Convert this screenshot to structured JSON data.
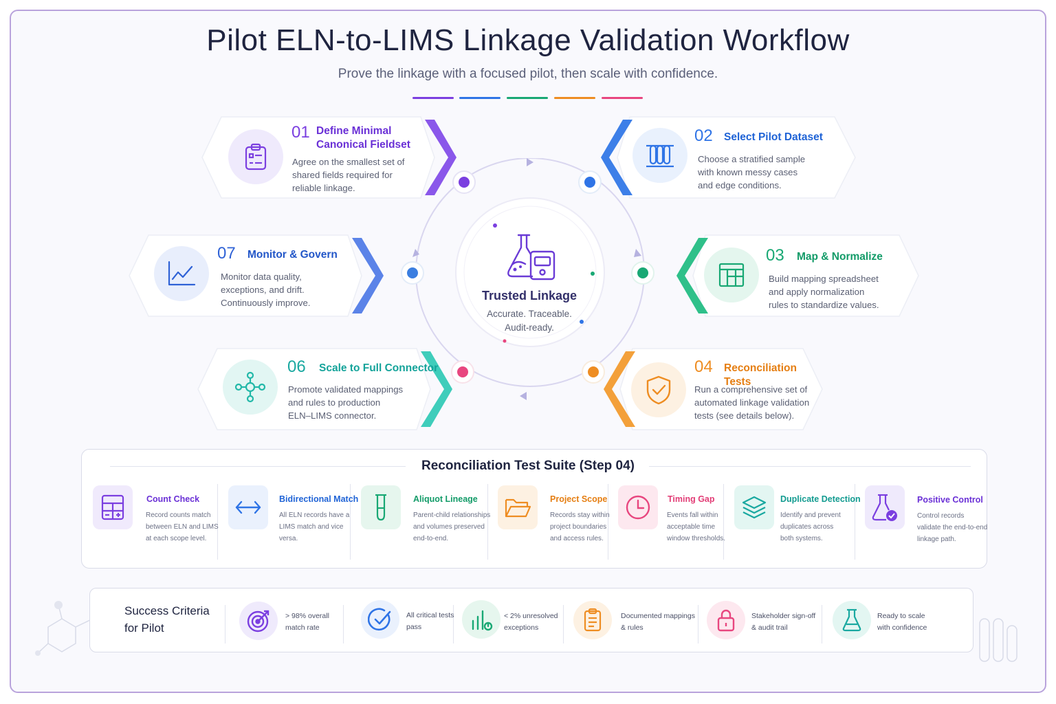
{
  "title": "Pilot ELN-to-LIMS Linkage Validation Workflow",
  "subtitle": "Prove the linkage with a focused pilot, then scale with confidence.",
  "colors": {
    "purple": "#7b3fe0",
    "blue": "#2f74e6",
    "green": "#19a874",
    "orange": "#ee8d22",
    "pink": "#e8467f",
    "teal": "#22b8a8"
  },
  "center": {
    "title": "Trusted Linkage",
    "line1": "Accurate. Traceable.",
    "line2": "Audit-ready."
  },
  "steps": [
    {
      "num": "01",
      "title1": "Define Minimal",
      "title2": "Canonical Fieldset",
      "d1": "Agree on the smallest set of",
      "d2": "shared fields required for",
      "d3": "reliable linkage.",
      "icon": "clipboard-icon"
    },
    {
      "num": "02",
      "title1": "Select Pilot Dataset",
      "title2": "",
      "d1": "Choose a stratified sample",
      "d2": "with known messy cases",
      "d3": "and edge conditions.",
      "icon": "test-tubes-icon"
    },
    {
      "num": "03",
      "title1": "Map & Normalize",
      "title2": "",
      "d1": "Build mapping spreadsheet",
      "d2": "and apply normalization",
      "d3": "rules to standardize values.",
      "icon": "spreadsheet-icon"
    },
    {
      "num": "04",
      "title1": "Reconciliation Tests",
      "title2": "",
      "d1": "Run a comprehensive set of",
      "d2": "automated linkage validation",
      "d3": "tests (see details below).",
      "icon": "shield-check-icon"
    },
    {
      "num": "06",
      "title1": "Scale to Full Connector",
      "title2": "",
      "d1": "Promote validated mappings",
      "d2": "and rules to production",
      "d3": "ELN–LIMS connector.",
      "icon": "network-icon"
    },
    {
      "num": "07",
      "title1": "Monitor & Govern",
      "title2": "",
      "d1": "Monitor data quality,",
      "d2": "exceptions, and drift.",
      "d3": "Continuously improve.",
      "icon": "line-chart-icon"
    }
  ],
  "suite": {
    "title": "Reconciliation Test Suite (Step 04)",
    "tests": [
      {
        "title": "Count Check",
        "d1": "Record counts match",
        "d2": "between ELN and LIMS",
        "d3": "at each scope level.",
        "icon": "calculator-icon"
      },
      {
        "title": "Bidirectional Match",
        "d1": "All ELN records have a",
        "d2": "LIMS match and vice",
        "d3": "versa.",
        "icon": "arrows-left-right-icon"
      },
      {
        "title": "Aliquot Lineage",
        "d1": "Parent-child relationships",
        "d2": "and volumes preserved",
        "d3": "end-to-end.",
        "icon": "test-tube-icon"
      },
      {
        "title": "Project Scope",
        "d1": "Records stay within",
        "d2": "project boundaries",
        "d3": "and access rules.",
        "icon": "folder-icon"
      },
      {
        "title": "Timing Gap",
        "d1": "Events fall within",
        "d2": "acceptable time",
        "d3": "window thresholds.",
        "icon": "clock-icon"
      },
      {
        "title": "Duplicate Detection",
        "d1": "Identify and prevent",
        "d2": "duplicates across",
        "d3": "both systems.",
        "icon": "layers-icon"
      },
      {
        "title": "Positive Control",
        "d1": "Control records",
        "d2": "validate the end-to-end",
        "d3": "linkage path.",
        "icon": "flask-check-icon"
      }
    ]
  },
  "success": {
    "title1": "Success Criteria",
    "title2": "for Pilot",
    "items": [
      {
        "l1": "> 98% overall",
        "l2": "match rate",
        "icon": "target-icon"
      },
      {
        "l1": "All critical tests",
        "l2": "pass",
        "icon": "check-circle-icon"
      },
      {
        "l1": "< 2% unresolved",
        "l2": "exceptions",
        "icon": "bar-chart-icon"
      },
      {
        "l1": "Documented mappings",
        "l2": "& rules",
        "icon": "document-icon"
      },
      {
        "l1": "Stakeholder sign-off",
        "l2": "& audit trail",
        "icon": "lock-icon"
      },
      {
        "l1": "Ready to scale",
        "l2": "with confidence",
        "icon": "flask-icon"
      }
    ]
  }
}
